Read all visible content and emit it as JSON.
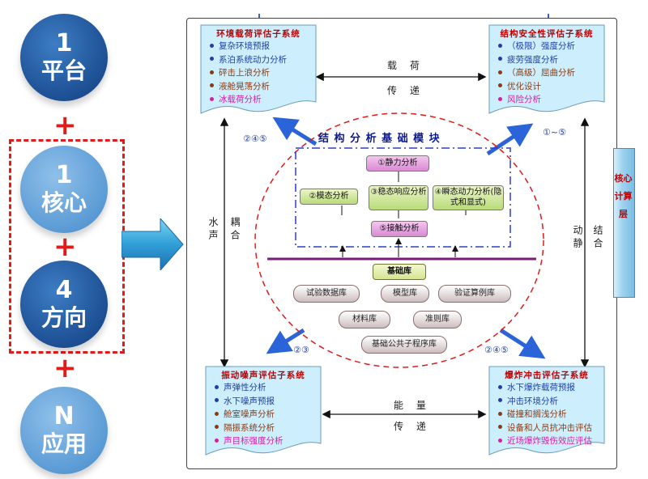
{
  "left": {
    "platform": {
      "num": "1",
      "label": "平台"
    },
    "core": {
      "num": "1",
      "label": "核心"
    },
    "directions": {
      "num": "4",
      "label": "方向"
    },
    "apps": {
      "num": "N",
      "label": "应用"
    },
    "plus": "+"
  },
  "boxes": {
    "env": {
      "title": "环境载荷评估子系统",
      "items": [
        {
          "text": "复杂环境预报",
          "color": "blue"
        },
        {
          "text": "系泊系统动力分析",
          "color": "blue"
        },
        {
          "text": "砰击上浪分析",
          "color": "brown"
        },
        {
          "text": "液舱晃荡分析",
          "color": "brown"
        },
        {
          "text": "冰载荷分析",
          "color": "mag"
        }
      ]
    },
    "struct": {
      "title": "结构安全性评估子系统",
      "items": [
        {
          "text": "（极限）强度分析",
          "color": "blue"
        },
        {
          "text": "疲劳强度分析",
          "color": "blue"
        },
        {
          "text": "（高级）屈曲分析",
          "color": "brown"
        },
        {
          "text": "优化设计",
          "color": "brown"
        },
        {
          "text": "风险分析",
          "color": "mag"
        }
      ]
    },
    "vib": {
      "title": "振动噪声评估子系统",
      "items": [
        {
          "text": "声弹性分析",
          "color": "blue"
        },
        {
          "text": "水下噪声预报",
          "color": "blue"
        },
        {
          "text": "舱室噪声分析",
          "color": "brown"
        },
        {
          "text": "隔振系统分析",
          "color": "brown"
        },
        {
          "text": "声目标强度分析",
          "color": "mag"
        }
      ]
    },
    "blast": {
      "title": "爆炸冲击评估子系统",
      "items": [
        {
          "text": "水下爆炸载荷预报",
          "color": "blue"
        },
        {
          "text": "冲击环境分析",
          "color": "blue"
        },
        {
          "text": "碰撞和搁浅分析",
          "color": "brown"
        },
        {
          "text": "设备和人员抗冲击评估",
          "color": "brown"
        },
        {
          "text": "近场爆炸毁伤效应评估",
          "color": "mag"
        }
      ]
    }
  },
  "links": {
    "top_line1": "载 荷",
    "top_line2": "传 递",
    "bottom_line1": "能 量",
    "bottom_line2": "传 递",
    "left_a": "水声",
    "left_b": "耦合",
    "right_a": "动静",
    "right_b": "结合"
  },
  "arrow_labels": {
    "tl": "②④⑤",
    "tr": "①~⑤",
    "bl": "②③",
    "br": "②④⑤"
  },
  "center": {
    "title": "结 构 分 析 基 础 模 块",
    "static": "①静力分析",
    "modal": "②模态分析",
    "steady": "③稳态响应分析",
    "transient": "④瞬态动力分析(隐式和显式)",
    "contact": "⑤接触分析",
    "library": "基础库",
    "libs": [
      "试验数据库",
      "模型库",
      "验证算例库",
      "材料库",
      "准则库",
      "基础公共子程序库"
    ]
  },
  "core_layer": "核心计算层",
  "colors": {
    "dark_blue": "#1d4f93",
    "light_blue": "#5b9bd5",
    "red": "#e01b1b",
    "arrow_blue": "#2b63d9",
    "doc_fill": "#cdeefc"
  }
}
